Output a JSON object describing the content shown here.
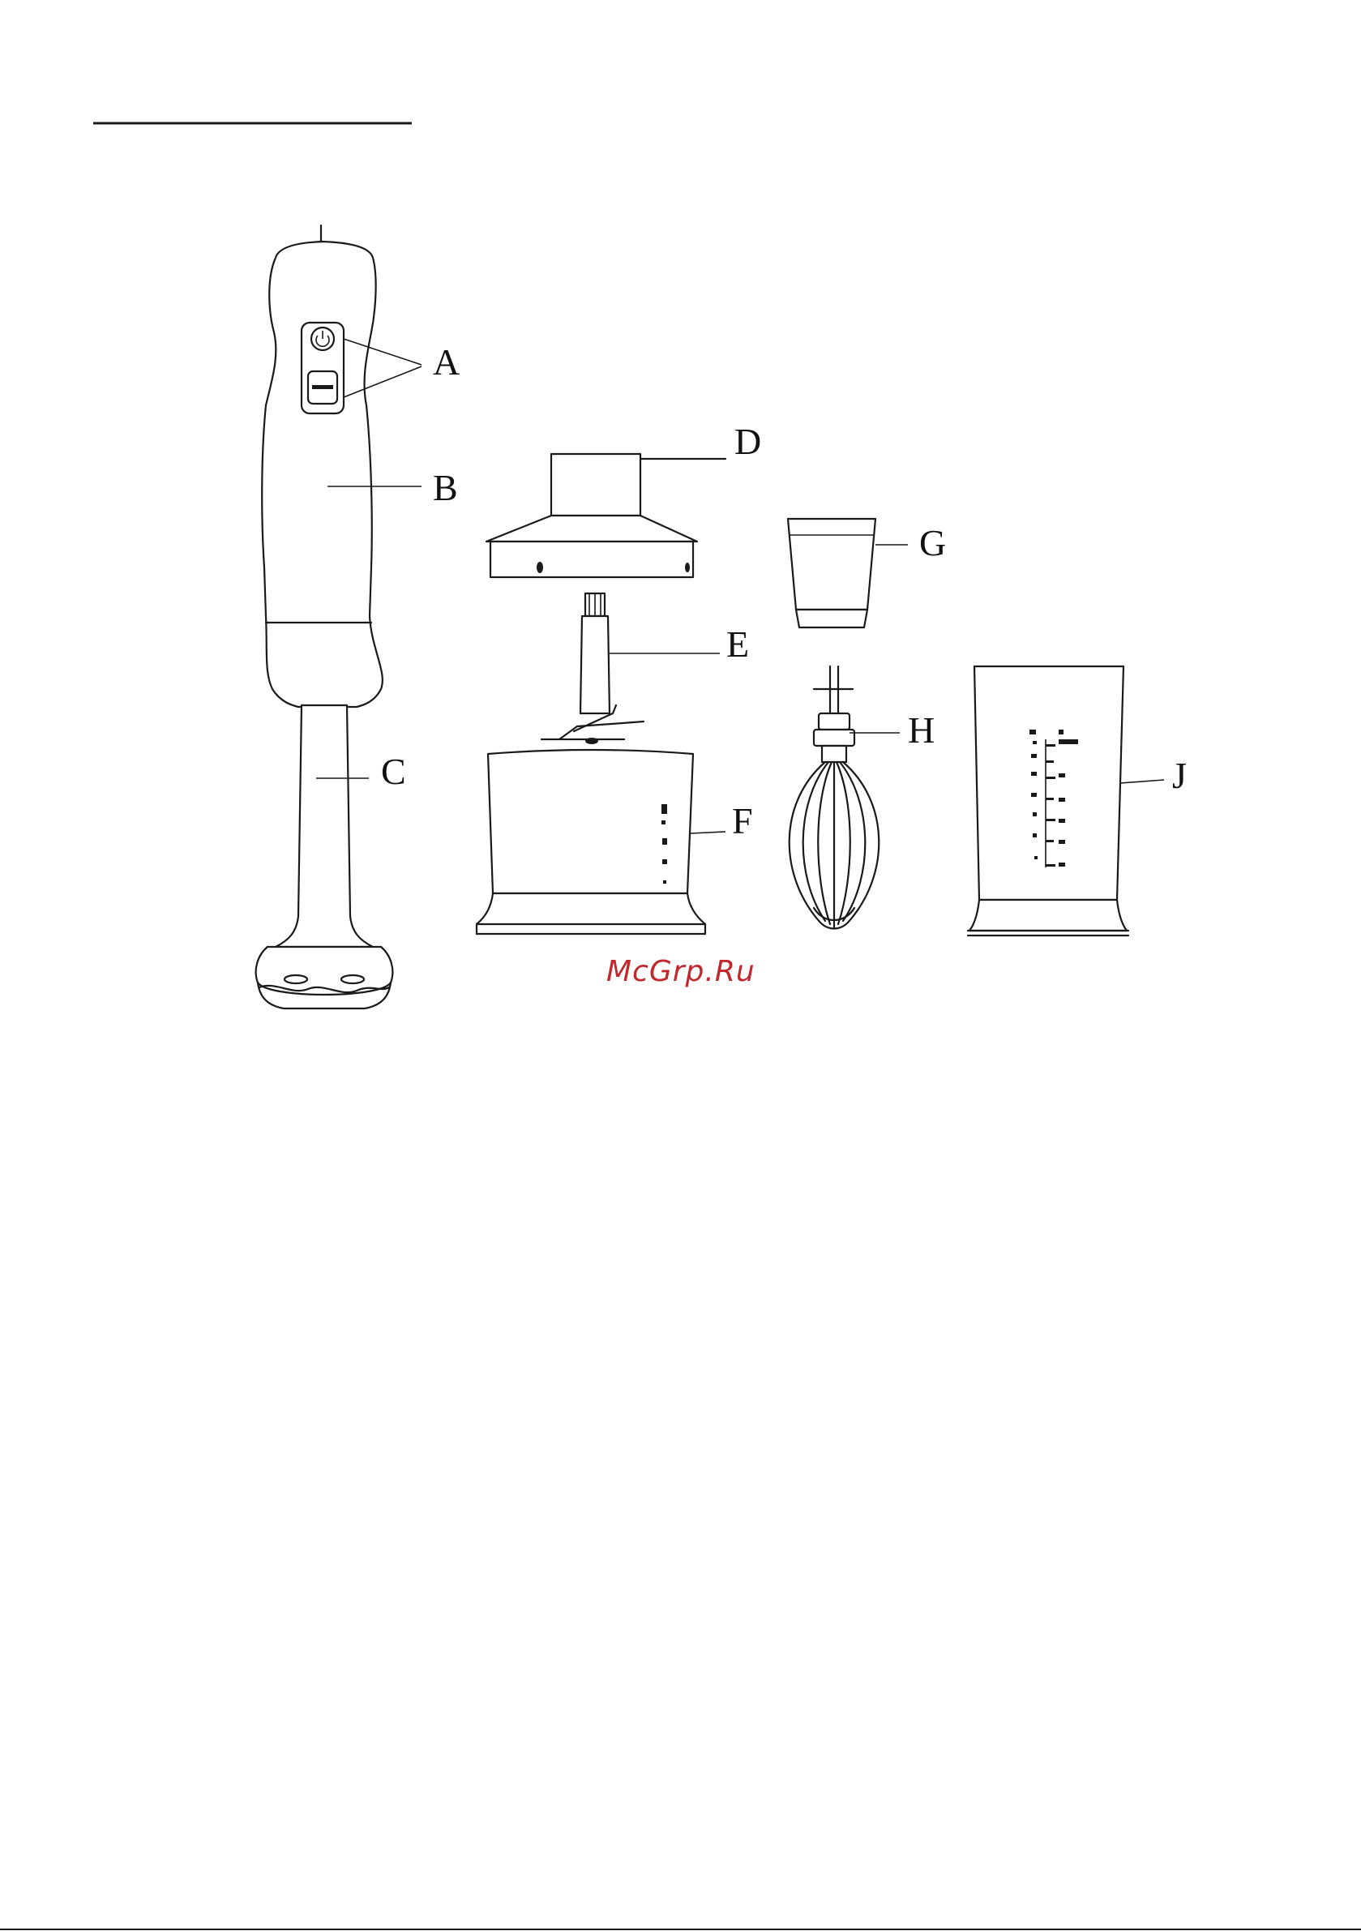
{
  "diagram": {
    "callouts": {
      "A": "A",
      "B": "B",
      "C": "C",
      "D": "D",
      "E": "E",
      "F": "F",
      "G": "G",
      "H": "H",
      "J": "J"
    },
    "watermark": "McGrp.Ru"
  },
  "colors": {
    "line": "#1a1a1a",
    "watermark": "#c0282d",
    "background": "#ffffff"
  }
}
